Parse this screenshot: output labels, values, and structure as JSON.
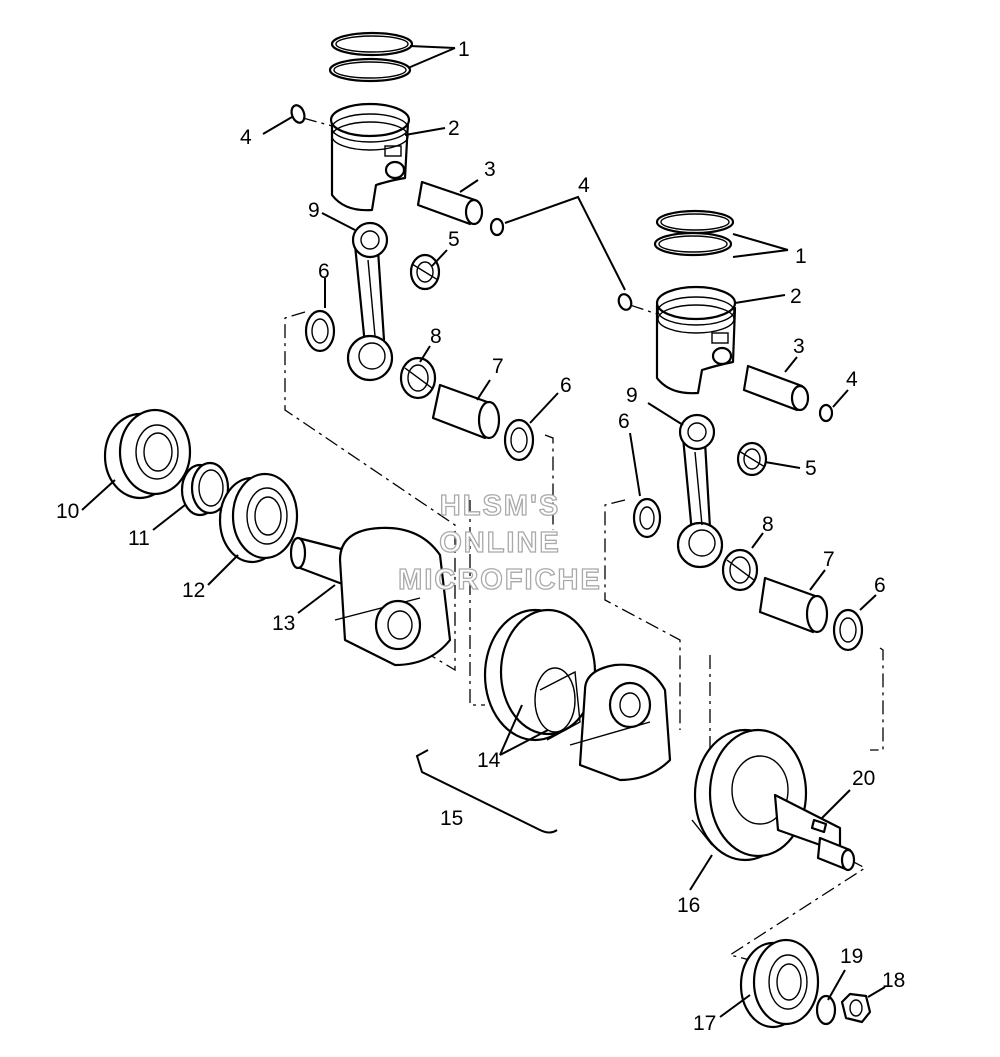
{
  "watermark": {
    "line1": "HLSM'S",
    "line2": "ONLINE",
    "line3": "MICROFICHE"
  },
  "callouts": [
    {
      "key": "c1a",
      "label": "1"
    },
    {
      "key": "c2a",
      "label": "2"
    },
    {
      "key": "c3a",
      "label": "3"
    },
    {
      "key": "c4a",
      "label": "4"
    },
    {
      "key": "c4b",
      "label": "4"
    },
    {
      "key": "c9a",
      "label": "9"
    },
    {
      "key": "c5a",
      "label": "5"
    },
    {
      "key": "c6a",
      "label": "6"
    },
    {
      "key": "c8a",
      "label": "8"
    },
    {
      "key": "c7a",
      "label": "7"
    },
    {
      "key": "c6b",
      "label": "6"
    },
    {
      "key": "c1b",
      "label": "1"
    },
    {
      "key": "c2b",
      "label": "2"
    },
    {
      "key": "c3b",
      "label": "3"
    },
    {
      "key": "c4c",
      "label": "4"
    },
    {
      "key": "c9b",
      "label": "9"
    },
    {
      "key": "c6c",
      "label": "6"
    },
    {
      "key": "c5b",
      "label": "5"
    },
    {
      "key": "c8b",
      "label": "8"
    },
    {
      "key": "c7b",
      "label": "7"
    },
    {
      "key": "c6d",
      "label": "6"
    },
    {
      "key": "c10",
      "label": "10"
    },
    {
      "key": "c11",
      "label": "11"
    },
    {
      "key": "c12",
      "label": "12"
    },
    {
      "key": "c13",
      "label": "13"
    },
    {
      "key": "c14",
      "label": "14"
    },
    {
      "key": "c15",
      "label": "15"
    },
    {
      "key": "c16",
      "label": "16"
    },
    {
      "key": "c20",
      "label": "20"
    },
    {
      "key": "c17",
      "label": "17"
    },
    {
      "key": "c19",
      "label": "19"
    },
    {
      "key": "c18",
      "label": "18"
    }
  ]
}
